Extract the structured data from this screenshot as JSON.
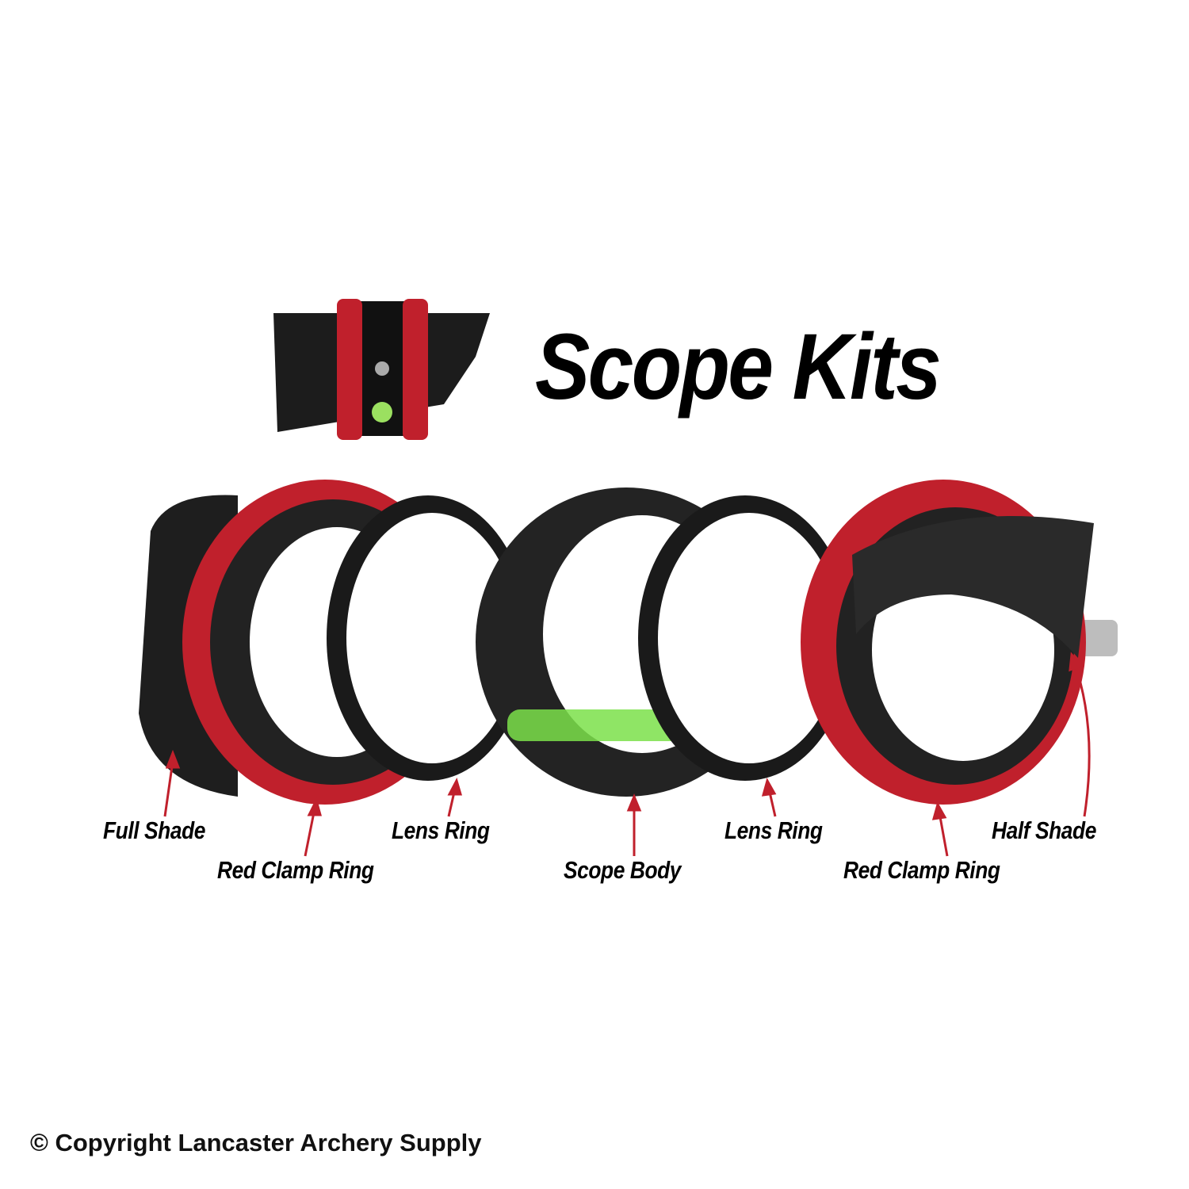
{
  "title": "Scope Kits",
  "labels": {
    "full_shade": "Full Shade",
    "red_clamp_ring_left": "Red Clamp Ring",
    "lens_ring_left": "Lens Ring",
    "scope_body": "Scope Body",
    "lens_ring_right": "Lens Ring",
    "red_clamp_ring_right": "Red Clamp Ring",
    "half_shade": "Half Shade"
  },
  "copyright": "© Copyright Lancaster Archery Supply",
  "watermark": "Lancaster Archery Supply",
  "colors": {
    "accent_red": "#c0202c",
    "parts_black": "#1a1a1a",
    "bubble_green": "#7be04a"
  }
}
